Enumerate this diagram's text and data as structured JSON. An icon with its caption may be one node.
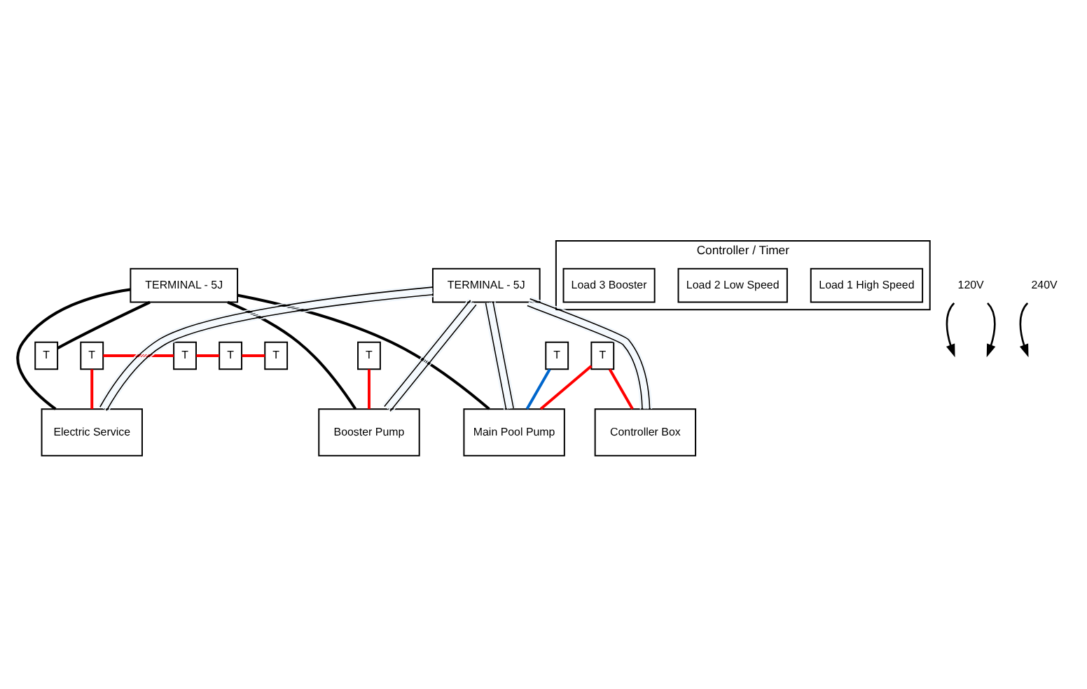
{
  "diagram": {
    "nodes": [
      {
        "text": [
          "TERMINAL - 5J"
        ]
      },
      {
        "text": [
          "Controller / Timer"
        ]
      },
      {
        "text": [
          "Load 1 High Speed"
        ],
        "in": 1
      },
      {
        "text": [
          "Load 2 Low Speed"
        ],
        "in": 1
      },
      {
        "text": [
          "Load 3 Booster"
        ],
        "in": 1
      },
      {
        "text": [
          "T"
        ]
      },
      {
        "text": [
          "T"
        ]
      },
      {
        "text": [
          "T"
        ]
      },
      {
        "text": [
          "T"
        ]
      },
      {
        "text": [
          "T"
        ]
      },
      {
        "text": [
          "T"
        ]
      },
      {
        "text": [
          "T"
        ]
      },
      {
        "text": [
          "T"
        ]
      },
      {
        "text": [
          "TERMINAL - 5J"
        ]
      },
      {
        "text": [
          "Electric Service"
        ]
      },
      {
        "text": [
          "Controller Box"
        ]
      },
      {
        "text": [
          "Booster Pump"
        ]
      },
      {
        "text": [
          "Main Pool Pump"
        ]
      },
      {
        "text": [
          "120V"
        ]
      },
      {
        "text": [
          "240V"
        ]
      }
    ],
    "edges": [
      {
        "from": 0,
        "to": 14,
        "arrow": "none",
        "color": "#000000"
      },
      {
        "from": 0,
        "to": 16,
        "arrow": "none",
        "color": "#000000"
      },
      {
        "from": 0,
        "to": 17,
        "arrow": "none",
        "color": "#000000"
      },
      {
        "from": 0,
        "to": 6,
        "arrow": "none",
        "color": "#000000"
      },
      {
        "from": 5,
        "to": 14,
        "arrow": "none",
        "color": "#ff0000"
      },
      {
        "from": 5,
        "to": 7,
        "arrow": "none",
        "color": "#ff0000"
      },
      {
        "from": 7,
        "to": 9,
        "arrow": "none",
        "color": "#ff0000"
      },
      {
        "from": 9,
        "to": 11,
        "arrow": "none",
        "color": "#ff0000"
      },
      {
        "from": 8,
        "to": 15,
        "arrow": "none",
        "color": "#ff0000"
      },
      {
        "from": 8,
        "to": 17,
        "arrow": "none",
        "color": "#ff0000"
      },
      {
        "from": 10,
        "to": 17,
        "arrow": "none",
        "color": "#0066cc"
      },
      {
        "from": 12,
        "to": 16,
        "arrow": "none",
        "color": "#ff0000"
      },
      {
        "from": 13,
        "to": 14,
        "arrow": "none",
        "color": "#eef6fd"
      },
      {
        "from": 13,
        "to": 15,
        "arrow": "none",
        "color": "#eef6fd"
      },
      {
        "from": 13,
        "to": 16,
        "arrow": "none",
        "color": "#eef6fd"
      },
      {
        "from": 13,
        "to": 17,
        "arrow": "none",
        "color": "#eef6fd"
      },
      {
        "from": 18,
        "to": null,
        "arrow": "to",
        "color": "#000000"
      },
      {
        "from": 18,
        "to": null,
        "arrow": "to",
        "color": "#000000"
      },
      {
        "from": 19,
        "to": null,
        "arrow": "to",
        "color": "#000000"
      }
    ]
  }
}
